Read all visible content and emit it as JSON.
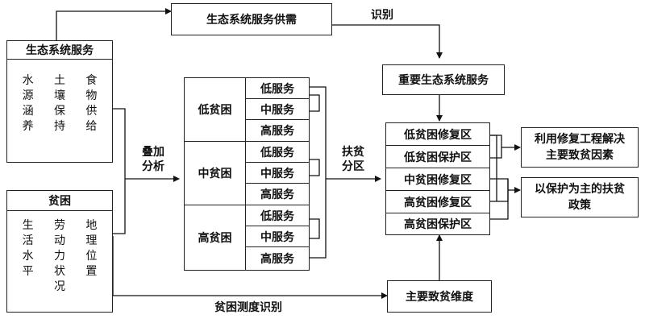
{
  "ecosystem_services": {
    "title": "生态系统服务",
    "items": [
      "水",
      "土",
      "食",
      "源",
      "壤",
      "物",
      "涵",
      "保",
      "供",
      "养",
      "持",
      "给"
    ]
  },
  "poverty": {
    "title": "贫困",
    "items": [
      "生",
      "劳",
      "地",
      "活",
      "动",
      "理",
      "水",
      "力",
      "位",
      "平",
      "状",
      "置",
      "",
      "况",
      ""
    ]
  },
  "supply_demand": "生态系统服务供需",
  "identify": "识别",
  "important_services": "重要生态系统服务",
  "overlay_analysis": [
    "叠加",
    "分析"
  ],
  "poverty_levels": [
    "低贫困",
    "中贫困",
    "高贫困"
  ],
  "service_levels": [
    "低服务",
    "中服务",
    "高服务"
  ],
  "poverty_zoning": [
    "扶贫",
    "分区"
  ],
  "zones": [
    "低贫困修复区",
    "低贫困保护区",
    "中贫困修复区",
    "高贫困修复区",
    "高贫困保护区"
  ],
  "outcome_repair": "利用修复工程解决主要致贫因素",
  "outcome_protect": "以保护为主的扶贫政策",
  "main_factor": "主要致贫维度",
  "poverty_measure": "贫困测度识别"
}
